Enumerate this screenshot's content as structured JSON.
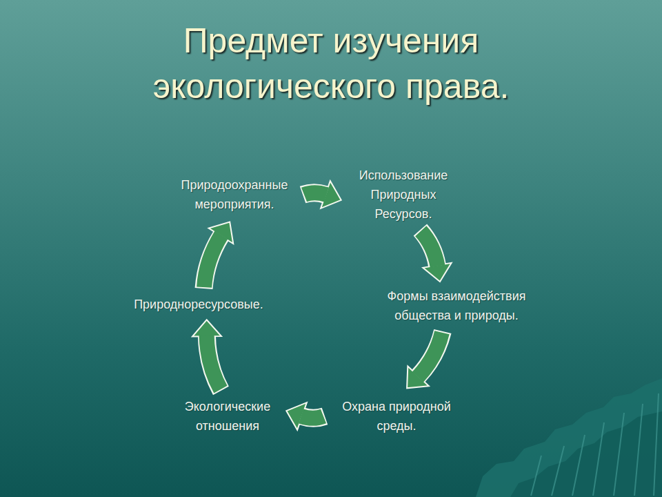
{
  "diagram": {
    "title": "Предмет изучения экологического права.",
    "nodes": [
      {
        "text": [
          "Природоохранные мероприятия."
        ]
      },
      {
        "text": [
          "Использование Природных Ресурсов."
        ]
      },
      {
        "text": [
          "Природноресурсовые."
        ]
      },
      {
        "text": [
          "Формы взаимодействия общества и природы."
        ]
      },
      {
        "text": [
          "Экологические отношения"
        ]
      },
      {
        "text": [
          "Охрана природной среды."
        ]
      }
    ],
    "edges": [
      {
        "from": 0,
        "to": 1,
        "arrow": "to"
      },
      {
        "from": 1,
        "to": 3,
        "arrow": "to"
      },
      {
        "from": 3,
        "to": 5,
        "arrow": "to"
      },
      {
        "from": 5,
        "to": 4,
        "arrow": "to"
      },
      {
        "from": 4,
        "to": 2,
        "arrow": "to"
      },
      {
        "from": 2,
        "to": 0,
        "arrow": "to"
      }
    ]
  }
}
